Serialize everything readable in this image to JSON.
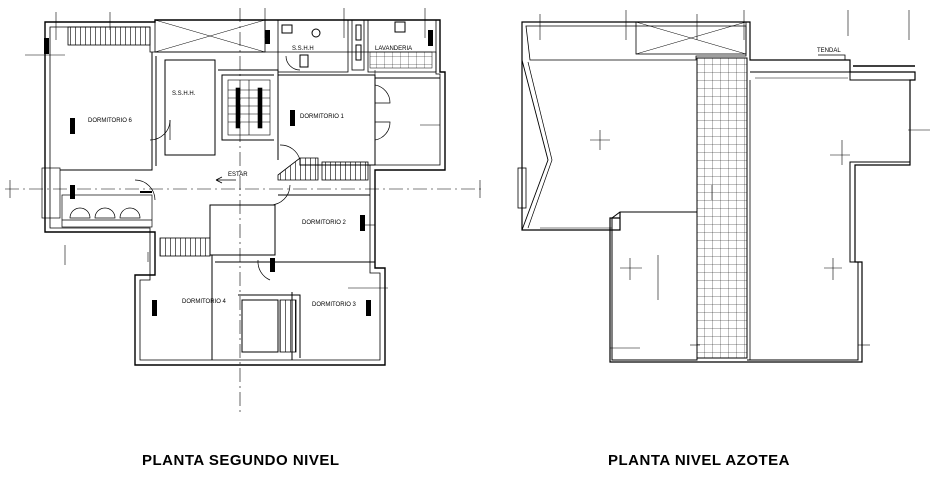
{
  "captions": {
    "left": "PLANTA SEGUNDO NIVEL",
    "right": "PLANTA NIVEL AZOTEA"
  },
  "rooms": {
    "ssshh_top": "S.S.H.H",
    "lavanderia": "LAVANDERIA",
    "ssshh_left": "S.S.H.H.",
    "dormitorio_6": "DORMITORIO 6",
    "dormitorio_1": "DORMITORIO 1",
    "estar": "ESTAR",
    "dormitorio_2": "DORMITORIO 2",
    "dormitorio_4": "DORMITORIO 4",
    "dormitorio_3": "DORMITORIO 3",
    "tendal": "TENDAL"
  },
  "colors": {
    "line": "#000000",
    "background": "#ffffff"
  }
}
